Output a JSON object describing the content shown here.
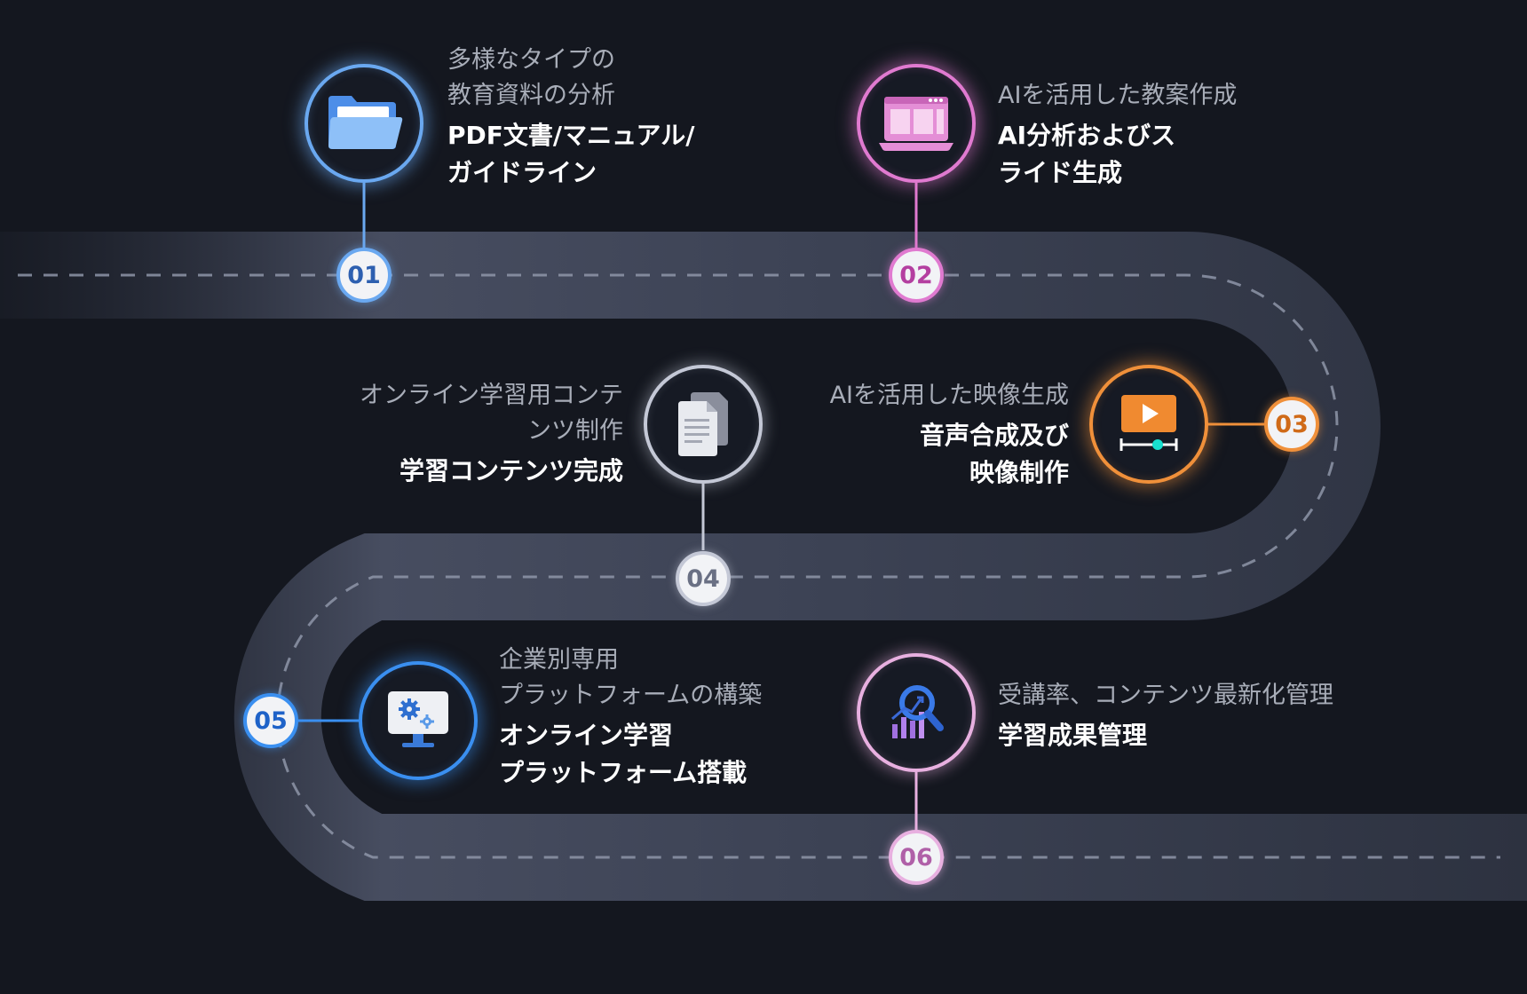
{
  "steps": [
    {
      "number": "01",
      "sub_line1": "多様なタイプの",
      "sub_line2": "教育資料の分析",
      "main_line1": "PDF文書/マニュアル/",
      "main_line2": "ガイドライン",
      "icon": "folder-icon",
      "color": "#6aa8f0"
    },
    {
      "number": "02",
      "sub_line1": "AIを活用した教案作成",
      "sub_line2": "",
      "main_line1": "AI分析およびス",
      "main_line2": "ライド生成",
      "icon": "slides-laptop-icon",
      "color": "#e07ad0"
    },
    {
      "number": "03",
      "sub_line1": "AIを活用した映像生成",
      "sub_line2": "",
      "main_line1": "音声合成及び",
      "main_line2": "映像制作",
      "icon": "video-play-icon",
      "color": "#f0903a"
    },
    {
      "number": "04",
      "sub_line1": "オンライン学習用コンテ",
      "sub_line2": "ンツ制作",
      "main_line1": "学習コンテンツ完成",
      "main_line2": "",
      "icon": "documents-icon",
      "color": "#c4c8d6"
    },
    {
      "number": "05",
      "sub_line1": "企業別専用",
      "sub_line2": "プラットフォームの構築",
      "main_line1": "オンライン学習",
      "main_line2": "プラットフォーム搭載",
      "icon": "monitor-gear-icon",
      "color": "#3a8ff0"
    },
    {
      "number": "06",
      "sub_line1": "受講率、コンテンツ最新化管理",
      "sub_line2": "",
      "main_line1": "学習成果管理",
      "main_line2": "",
      "icon": "analytics-magnifier-icon",
      "color": "#e8b0e0"
    }
  ]
}
